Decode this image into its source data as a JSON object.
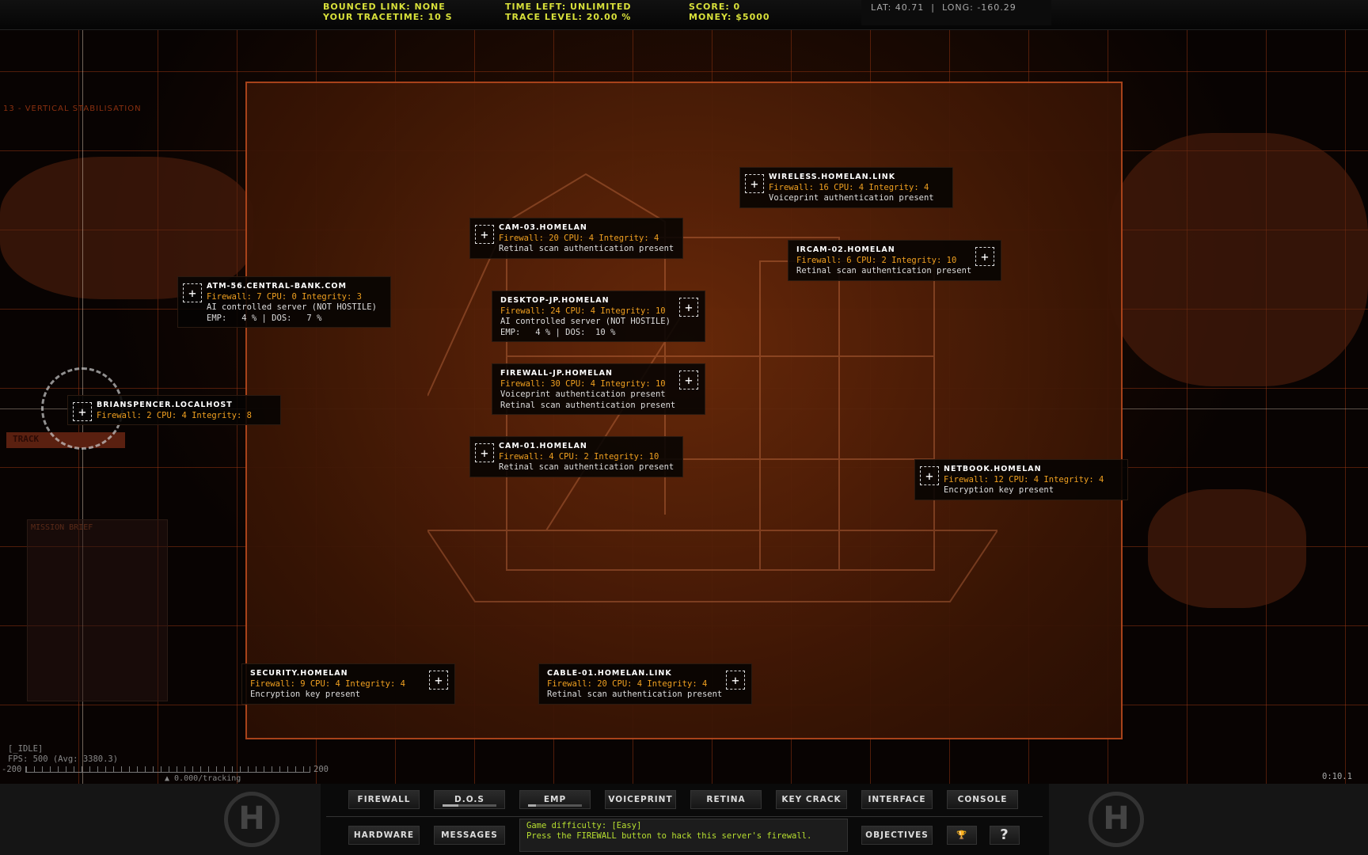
{
  "status": {
    "bounced_link": "Bounced link: none",
    "tracetime": "Your tracetime: 10 s",
    "time_left": "Time left: unlimited",
    "trace_level": "Trace level: 20.00 %",
    "score": "Score: 0",
    "money": "Money: $5000",
    "lat": "LAT: 40.71",
    "long": "LONG: -160.29"
  },
  "overlay": {
    "stabilisation": "13 - VERTICAL STABILISATION",
    "mission_brief": "MISSION BRIEF",
    "track": "TRACK",
    "idle": "[_IDLE]",
    "fps": "FPS: 500 (Avg: 3380.3)",
    "scale_min": "-200",
    "scale_max": "200",
    "tracking": "▲ 0.000/tracking",
    "clock": "0:10.1"
  },
  "nodes": [
    {
      "name": "WIRELESS.HOMELAN.LINK",
      "stats": "Firewall: 16 CPU: 4 Integrity: 4",
      "lines": [
        "Voiceprint authentication present"
      ]
    },
    {
      "name": "CAM-03.HOMELAN",
      "stats": "Firewall: 20 CPU: 4 Integrity: 4",
      "lines": [
        "Retinal scan authentication present"
      ]
    },
    {
      "name": "IRCAM-02.HOMELAN",
      "stats": "Firewall: 6 CPU: 2 Integrity: 10",
      "lines": [
        "Retinal scan authentication present"
      ]
    },
    {
      "name": "ATM-56.CENTRAL-BANK.COM",
      "stats": "Firewall: 7 CPU: 0 Integrity: 3",
      "lines": [
        "AI controlled server (NOT HOSTILE)",
        "EMP:   4 % | DOS:   7 %"
      ]
    },
    {
      "name": "DESKTOP-JP.HOMELAN",
      "stats": "Firewall: 24 CPU: 4 Integrity: 10",
      "lines": [
        "AI controlled server (NOT HOSTILE)",
        "EMP:   4 % | DOS:  10 %"
      ]
    },
    {
      "name": "FIREWALL-JP.HOMELAN",
      "stats": "Firewall: 30 CPU: 4 Integrity: 10",
      "lines": [
        "Voiceprint authentication present",
        "Retinal scan authentication present"
      ]
    },
    {
      "name": "BRIANSPENCER.LOCALHOST",
      "stats": "Firewall: 2 CPU: 4 Integrity: 8",
      "lines": []
    },
    {
      "name": "CAM-01.HOMELAN",
      "stats": "Firewall: 4 CPU: 2 Integrity: 10",
      "lines": [
        "Retinal scan authentication present"
      ]
    },
    {
      "name": "NETBOOK.HOMELAN",
      "stats": "Firewall: 12 CPU: 4 Integrity: 4",
      "lines": [
        "Encryption key present"
      ]
    },
    {
      "name": "SECURITY.HOMELAN",
      "stats": "Firewall: 9 CPU: 4 Integrity: 4",
      "lines": [
        "Encryption key present"
      ]
    },
    {
      "name": "CABLE-01.HOMELAN.LINK",
      "stats": "Firewall: 20 CPU: 4 Integrity: 4",
      "lines": [
        "Retinal scan authentication present"
      ]
    }
  ],
  "buttons": {
    "firewall": "FIREWALL",
    "dos": "D.O.S",
    "emp": "EMP",
    "voiceprint": "VOICEPRINT",
    "retina": "RETINA",
    "keycrack": "KEY CRACK",
    "interface": "INTERFACE",
    "console": "CONSOLE",
    "hardware": "HARDWARE",
    "messages": "MESSAGES",
    "objectives": "OBJECTIVES",
    "trophy": "🏆",
    "help": "?"
  },
  "progress": {
    "dos": 0.3,
    "emp": 0.15
  },
  "message": {
    "line1": "Game difficulty: [Easy]",
    "line2": "Press the FIREWALL button to hack this server's firewall."
  },
  "logo": "H"
}
